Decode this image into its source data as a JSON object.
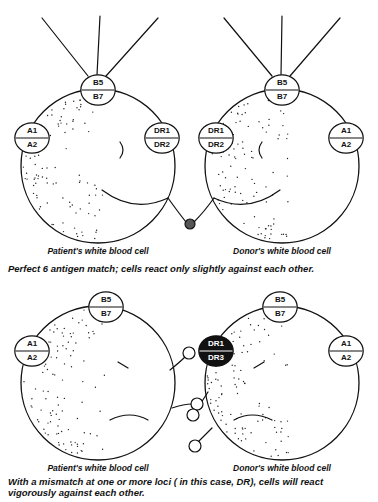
{
  "diagram": {
    "nodes": [
      {
        "text": [
          "Patient's white blood cell"
        ]
      },
      {
        "text": [
          "A1",
          "A2"
        ],
        "in": 0
      },
      {
        "text": [
          "B5",
          "B7"
        ],
        "in": 0
      },
      {
        "text": [
          "DR1",
          "DR2"
        ],
        "in": 0
      },
      {
        "text": [
          "Donor's white blood cell"
        ]
      },
      {
        "text": [
          "DR1",
          "DR2"
        ],
        "in": 4
      },
      {
        "text": [
          "B5",
          "B7"
        ],
        "in": 4
      },
      {
        "text": [
          "A1",
          "A2"
        ],
        "in": 4
      },
      {
        "text": [
          "Patient's white blood cell"
        ]
      },
      {
        "text": [
          "A1",
          "A2"
        ],
        "in": 8
      },
      {
        "text": [
          "B5",
          "B7"
        ],
        "in": 8
      },
      {
        "text": [
          "Donor's white blood cell"
        ]
      },
      {
        "text": [
          "DR1",
          "DR3"
        ],
        "in": 11
      },
      {
        "text": [
          "B5",
          "B7"
        ],
        "in": 11
      },
      {
        "text": [
          "A1",
          "A2"
        ],
        "in": 11
      }
    ],
    "labels": [
      "Perfect 6 antigen match; cells react only slightly against each other.",
      "With a mismatch at one or more loci ( in this case, DR), cells will react vigorously against each other."
    ]
  }
}
